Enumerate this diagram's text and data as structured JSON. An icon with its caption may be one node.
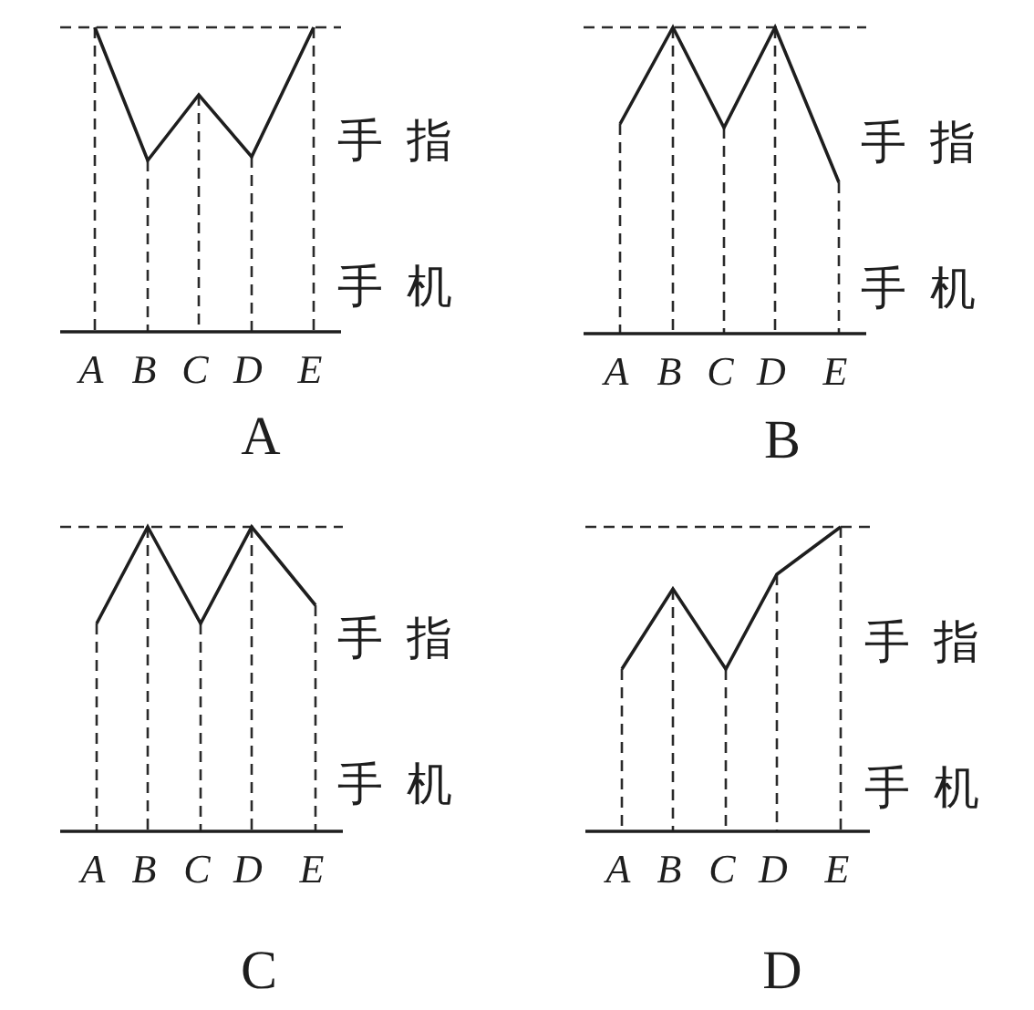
{
  "diagram": {
    "labels": [
      "手指",
      "手机",
      "A",
      "B",
      "C",
      "D",
      "E",
      "A",
      "手指",
      "手机",
      "A",
      "B",
      "C",
      "D",
      "E",
      "B",
      "手指",
      "手机",
      "A",
      "B",
      "C",
      "D",
      "E",
      "C",
      "手指",
      "手机",
      "A",
      "B",
      "C",
      "D",
      "E",
      "D"
    ]
  }
}
